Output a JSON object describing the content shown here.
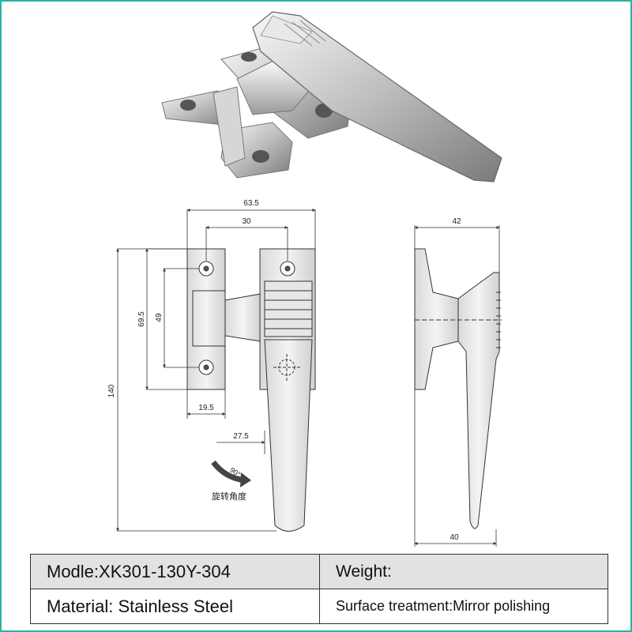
{
  "dimensions": {
    "width_overall": "63.5",
    "width_holes": "30",
    "side_width": "42",
    "side_bottom": "40",
    "height_base": "69.5",
    "height_holes": "49",
    "height_total": "140",
    "base_width": "19.5",
    "offset": "27.5"
  },
  "rotation": {
    "angle": "90°",
    "caption": "旋转角度"
  },
  "specs": {
    "model": "Modle:XK301-130Y-304",
    "weight": "Weight:",
    "material": "Material: Stainless Steel",
    "surface": "Surface treatment:Mirror polishing"
  },
  "colors": {
    "frame": "#2bb3a0",
    "metal_light": "#f2f2f2",
    "metal_dark": "#8a8a8a",
    "line": "#333333"
  }
}
